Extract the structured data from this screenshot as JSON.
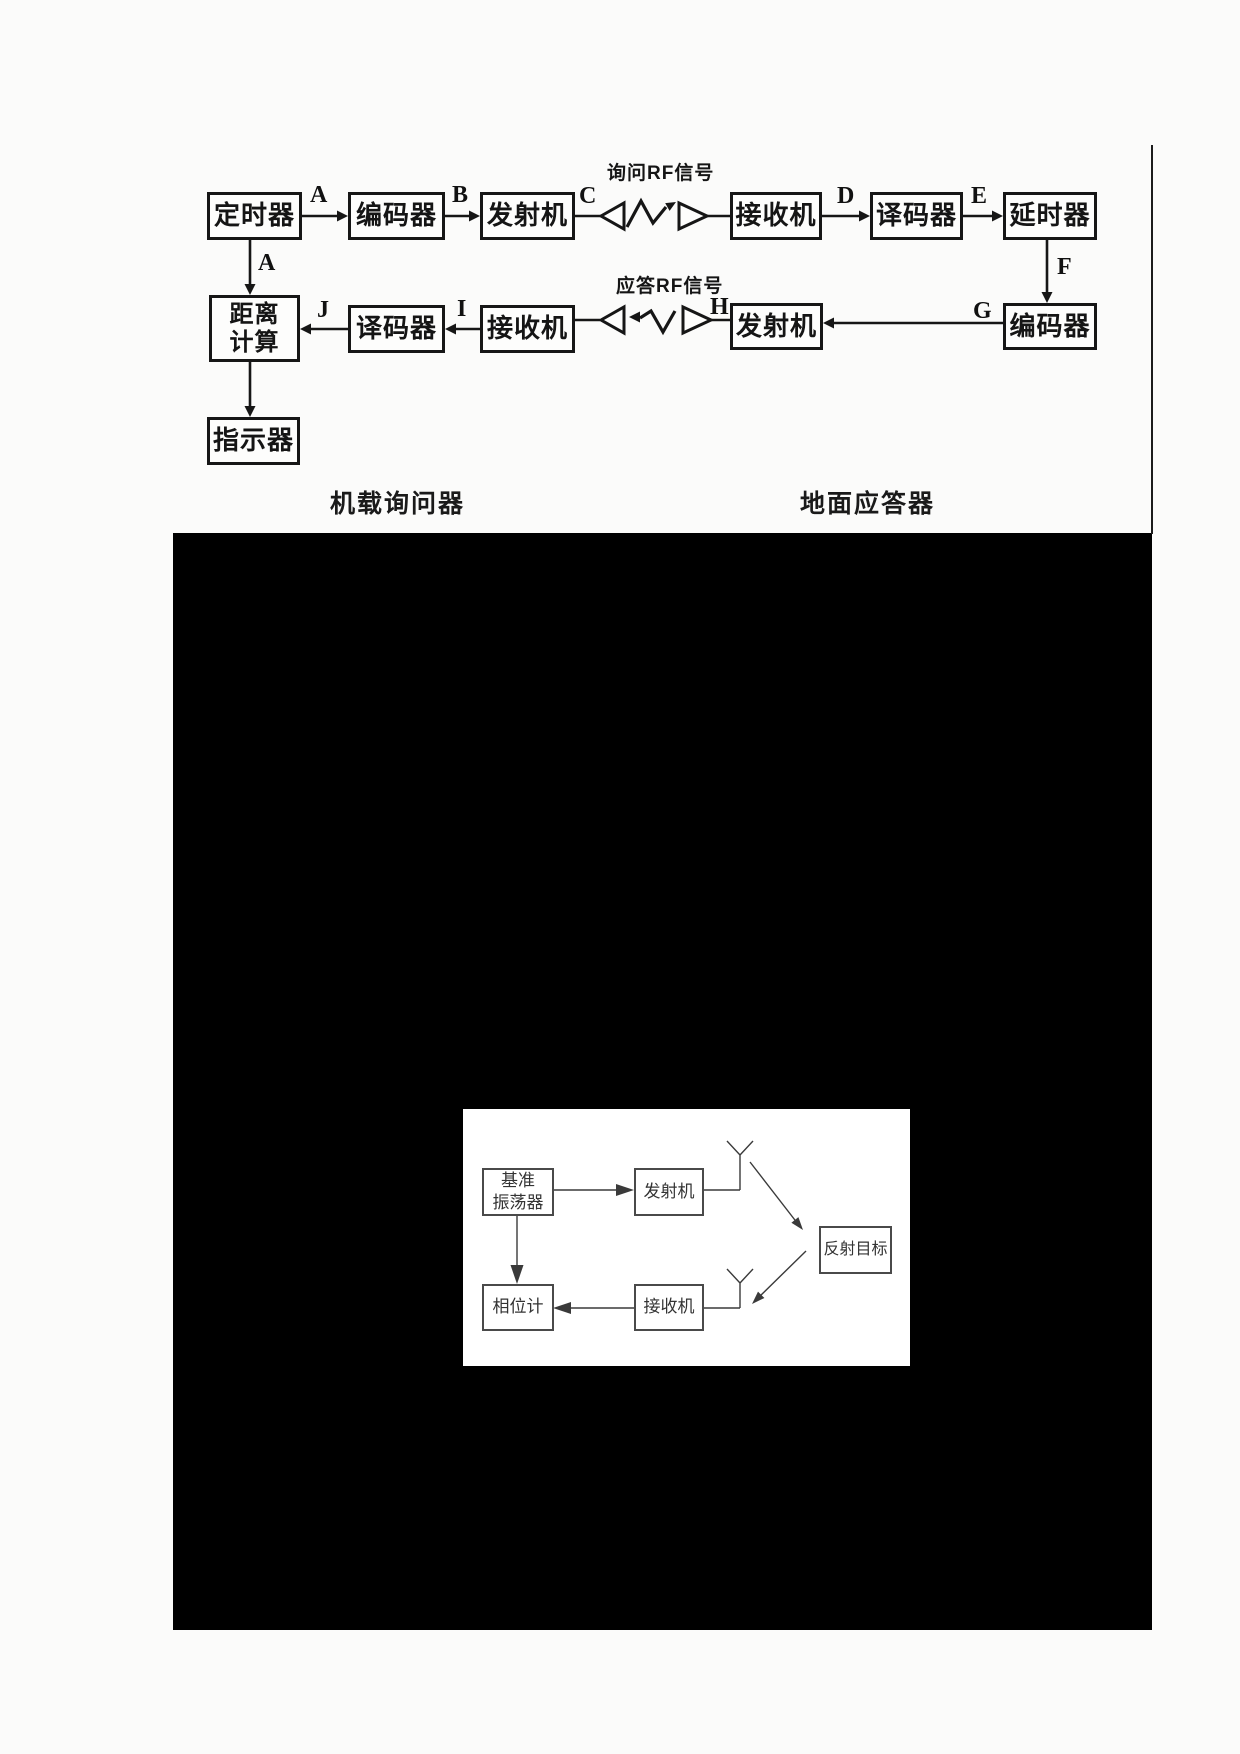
{
  "top_diagram": {
    "boxes": {
      "timer": "定时器",
      "encoder1": "编码器",
      "transmitter1": "发射机",
      "receiver1": "接收机",
      "decoder1": "译码器",
      "delay": "延时器",
      "distance_calc": "距离\n计算",
      "decoder2": "译码器",
      "receiver2": "接收机",
      "transmitter2": "发射机",
      "encoder2": "编码器",
      "indicator": "指示器"
    },
    "signal_labels": {
      "interrogation": "询问RF信号",
      "reply": "应答RF信号"
    },
    "point_labels": {
      "a1": "A",
      "a2": "A",
      "b": "B",
      "c": "C",
      "d": "D",
      "e": "E",
      "f": "F",
      "g": "G",
      "h": "H",
      "i": "I",
      "j": "J"
    },
    "captions": {
      "left": "机载询问器",
      "right": "地面应答器"
    }
  },
  "inset_diagram": {
    "boxes": {
      "ref_oscillator": "基准\n振荡器",
      "transmitter": "发射机",
      "receiver": "接收机",
      "phase_meter": "相位计",
      "target": "反射目标"
    }
  },
  "colors": {
    "page_bg": "#fbfbfa",
    "ink": "#161616",
    "black_region": "#000000",
    "inset_bg": "#ffffff",
    "inset_ink": "#3a3a3a"
  }
}
